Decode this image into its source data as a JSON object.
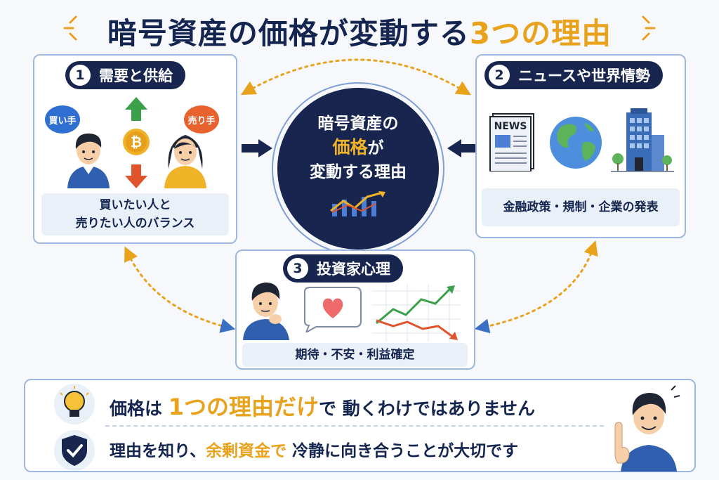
{
  "title": {
    "part1": "暗号資産の価格が変動する",
    "part2": "3つの理由"
  },
  "center": {
    "line1": "暗号資産の",
    "line2_gold": "価格",
    "line2_rest": "が",
    "line3": "変動する理由"
  },
  "card1": {
    "number": "1",
    "label": "需要と供給",
    "buyer": "買い手",
    "seller": "売り手",
    "info_line1": "買いたい人と",
    "info_line2": "売りたい人のバランス"
  },
  "card2": {
    "number": "2",
    "label": "ニュースや世界情勢",
    "newspaper": "NEWS",
    "info": "金融政策・規制・企業の発表"
  },
  "card3": {
    "number": "3",
    "label": "投資家心理",
    "info": "期待・不安・利益確定"
  },
  "bottom": {
    "line1_a": "価格は",
    "line1_gold": "1つの理由だけ",
    "line1_b": "で 動くわけではありません",
    "line2_a": "理由を知り、",
    "line2_gold": "余剰資金で",
    "line2_b": "冷静に向き合うことが大切です"
  },
  "colors": {
    "navy": "#17254f",
    "gold": "#e8a21c",
    "border": "#9db8e0",
    "up": "#3aa14a",
    "down": "#e0542c",
    "buyer_bubble": "#2f6fd1",
    "seller_bubble": "#e8622e"
  },
  "icons": [
    "bitcoin-icon",
    "up-arrow-icon",
    "down-arrow-icon",
    "newspaper-icon",
    "globe-icon",
    "building-icon",
    "heart-icon",
    "chart-icon",
    "lightbulb-icon",
    "shield-check-icon"
  ]
}
